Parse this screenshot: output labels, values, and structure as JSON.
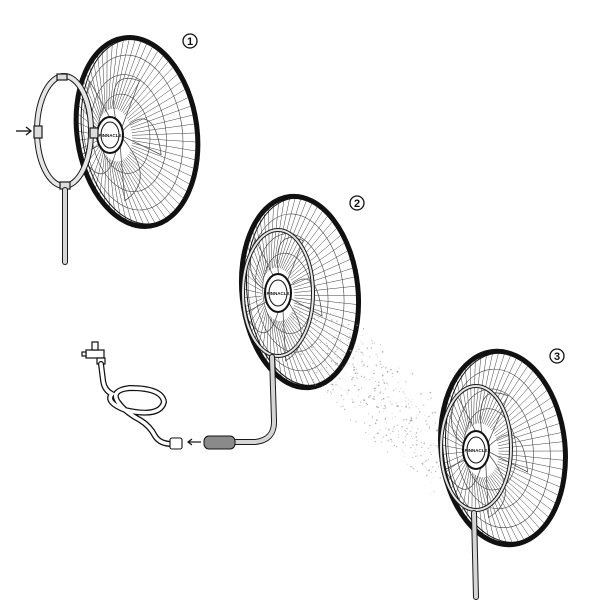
{
  "steps": [
    {
      "number": "1",
      "brand_label": "PINNACLE"
    },
    {
      "number": "2",
      "brand_label": "PINNACLE"
    },
    {
      "number": "3",
      "brand_label": "PINNACLE"
    }
  ],
  "colors": {
    "line": "#1a1a1a",
    "rim": "#111111",
    "hose": "#c9c9c9",
    "connector": "#8a8a8a",
    "mist": "#9a9a9a"
  },
  "icons": [
    "arrow-right-icon",
    "water-tap-icon",
    "arrow-left-icon",
    "mist-spray-icon"
  ]
}
